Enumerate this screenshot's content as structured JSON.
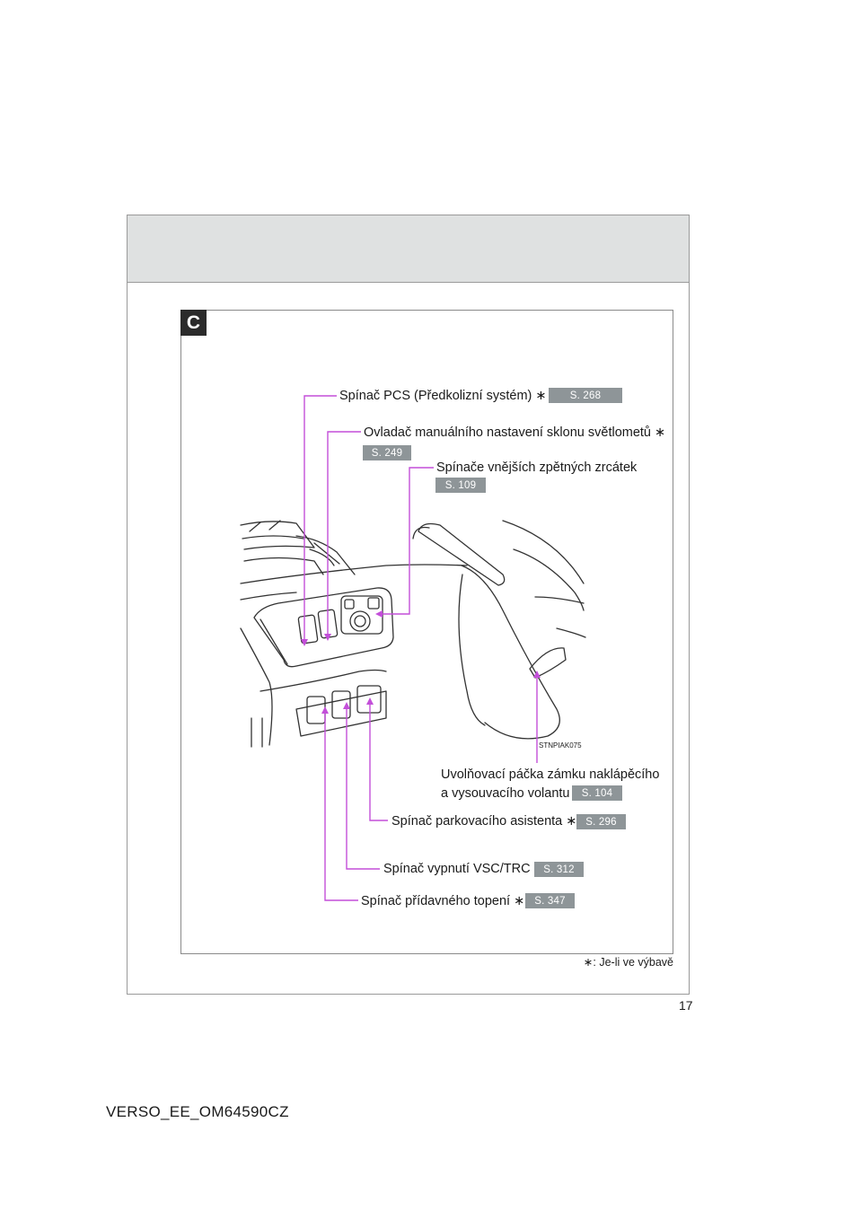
{
  "section": {
    "letter": "C"
  },
  "callouts": [
    {
      "text": "Spínač PCS (Předkolizní systém) ∗",
      "page": "S. 268"
    },
    {
      "text": "Ovladač manuálního nastavení sklonu světlometů ∗",
      "page": "S. 249"
    },
    {
      "text": "Spínače vnějších zpětných zrcátek",
      "page": "S. 109"
    },
    {
      "text_line1": "Uvolňovací páčka zámku naklápěcího",
      "text_line2": "a vysouvacího volantu",
      "page": "S. 104"
    },
    {
      "text": "Spínač parkovacího asistenta ∗",
      "page": "S. 296"
    },
    {
      "text": "Spínač vypnutí VSC/TRC",
      "page": "S. 312"
    },
    {
      "text": "Spínač přídavného topení ∗",
      "page": "S. 347"
    }
  ],
  "illustration": {
    "code": "STNPIAK075"
  },
  "footnote": "∗: Je-li ve výbavě",
  "page_number": "17",
  "document_code": "VERSO_EE_OM64590CZ",
  "colors": {
    "callout_line": "#c34fd9",
    "badge": "#8e9598",
    "header": "#dfe1e1"
  }
}
